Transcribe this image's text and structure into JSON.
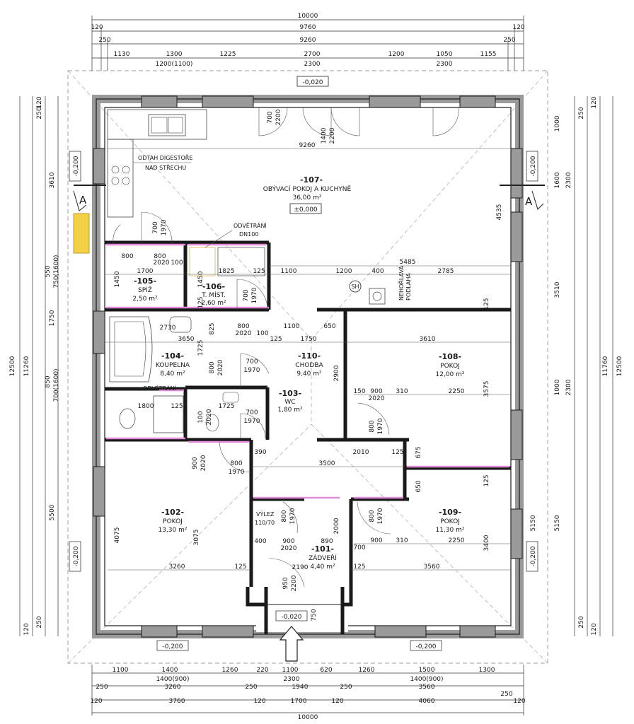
{
  "top_dims": {
    "row1": [
      "10000"
    ],
    "row2": [
      "120",
      "9760",
      "120"
    ],
    "row3": [
      "250",
      "9260",
      "250"
    ],
    "row4": [
      "1130",
      "1300",
      "1225",
      "2700",
      "1200",
      "1050",
      "1155"
    ],
    "row4_sub": [
      "1200(1100)",
      "2300",
      "2300"
    ]
  },
  "bottom_dims": {
    "row1": [
      "1100",
      "1400",
      "1260",
      "220",
      "1100",
      "620",
      "1260",
      "1500",
      "1300"
    ],
    "row1_sub": [
      "1400(900)",
      "2300",
      "1400(900)"
    ],
    "row2": [
      "250",
      "3260",
      "250",
      "1940",
      "250",
      "3560"
    ],
    "row3": [
      "120",
      "3760",
      "120",
      "1700",
      "120",
      "4060",
      "250",
      "120"
    ],
    "row4": [
      "10000"
    ]
  },
  "left_dims": {
    "outer": [
      "12500",
      "11260"
    ],
    "inner": [
      "120",
      "250",
      "3610",
      "550",
      "750(1600)",
      "1750",
      "850",
      "700(1600)",
      "5500",
      "250",
      "120"
    ]
  },
  "right_dims": {
    "outer": [
      "12500",
      "11760"
    ],
    "inner": [
      "120",
      "250",
      "1000",
      "1600",
      "2300",
      "3510",
      "1000",
      "2300",
      "5150",
      "250",
      "120"
    ]
  },
  "levels": {
    "top": "-0,020",
    "entrance": "-0,020",
    "left_upper": "-0,200",
    "left_lower": "-0,200",
    "right_upper": "-0,200",
    "right_lower": "-0,200",
    "bottom_left": "-0,200",
    "bottom_right": "-0,200"
  },
  "section_marks": {
    "left": "A",
    "right": "A"
  },
  "rooms": [
    {
      "num": "-107-",
      "name": "OBÝVACÍ POKOJ A KUCHYNĚ",
      "area": "36,00 m²",
      "level": "±0,000"
    },
    {
      "num": "-105-",
      "name": "SPÍŽ",
      "area": "2,50 m²"
    },
    {
      "num": "-106-",
      "name": "T. MÍST.",
      "area": "2,60 m²"
    },
    {
      "num": "-104-",
      "name": "KOUPELNA",
      "area": "8,40 m²"
    },
    {
      "num": "-110-",
      "name": "CHODBA",
      "area": "9,40 m²"
    },
    {
      "num": "-103-",
      "name": "WC",
      "area": "1,80 m²"
    },
    {
      "num": "-108-",
      "name": "POKOJ",
      "area": "12,00 m²"
    },
    {
      "num": "-102-",
      "name": "POKOJ",
      "area": "13,30 m²"
    },
    {
      "num": "-109-",
      "name": "POKOJ",
      "area": "11,30 m²"
    },
    {
      "num": "-101-",
      "name": "ZÁDVEŘÍ",
      "area": "4,40 m²"
    }
  ],
  "notes": {
    "hood": "ODTAH DIGESTOŘE",
    "hood2": "NAD STŘECHU",
    "vent1": "ODVĚTRÁNÍ",
    "vent1b": "DN100",
    "vent2": "ODVĚTRÁNÍ",
    "floor": "NEHOŘLAVÁ",
    "floor2": "PODLAHA",
    "hatch": "VÝLEZ",
    "hatch2": "110/70",
    "sh": "SH"
  },
  "inner_dims": {
    "d9260": "9260",
    "d4535": "4535",
    "d5485": "5485",
    "d1100a": "1100",
    "d1200": "1200",
    "d400": "400",
    "d2785": "2785",
    "d800a": "800",
    "d800b": "800",
    "d2020a": "2020",
    "d100a": "100",
    "d1700": "1700",
    "d1825": "1825",
    "d125a": "125",
    "d1450a": "1450",
    "d1450b": "1450",
    "d125b": "125",
    "d2730": "2730",
    "d800c": "800",
    "d2020b": "2020",
    "d100b": "100",
    "d1100b": "1100",
    "d650a": "650",
    "d3650": "3650",
    "d125c": "125",
    "d1750": "1750",
    "d3610": "3610",
    "d825": "825",
    "d1725a": "1725",
    "d2900": "2900",
    "d150": "150",
    "d900a": "900",
    "d310a": "310",
    "d2250a": "2250",
    "d2020c": "2020",
    "d3575": "3575",
    "d1800": "1800",
    "d125d": "125",
    "d1725b": "1725",
    "d390": "390",
    "d2010": "2010",
    "d125e": "125",
    "d675": "675",
    "d3500": "3500",
    "d650b": "650",
    "d4075": "4075",
    "d3075": "3075",
    "d3260": "3260",
    "d125f": "125",
    "d400b": "400",
    "d900b": "900",
    "d890": "890",
    "d2020d": "2020",
    "d700": "700",
    "d900c": "900",
    "d310b": "310",
    "d2250b": "2250",
    "d3400": "3400",
    "d3560": "3560",
    "d125g": "125",
    "d2190": "2190",
    "d950": "950",
    "d2200": "2200",
    "d750": "750",
    "d2000": "2000",
    "d5150": "5150",
    "d125h": "125",
    "d125i": "125"
  },
  "doors": {
    "d107a": "700",
    "d107a2": "2200",
    "d107b": "1400",
    "d107b2": "2200",
    "dspiz": "700",
    "dspiz2": "1970",
    "dwc106": "700",
    "dwc106b": "1970",
    "dkoup": "700",
    "dkoup2": "1970",
    "dwc": "700",
    "dwc2": "1970",
    "d108": "800",
    "d108b": "1970",
    "d102": "800",
    "d102b": "1970",
    "d101": "800",
    "d101b": "1970",
    "d109": "800",
    "d109b": "1970",
    "d100w": "900",
    "d100wb": "2020",
    "dk1": "800",
    "dk2": "2020",
    "dwc3": "100",
    "dwc4": "2020"
  }
}
